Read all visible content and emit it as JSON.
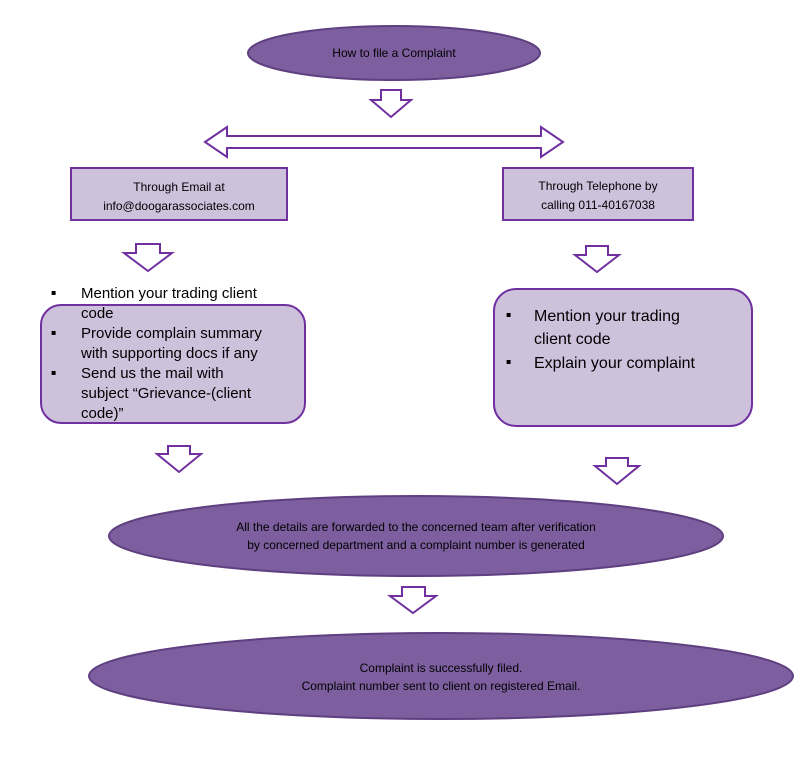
{
  "colors": {
    "ellipse_fill": "#7d5f9f",
    "ellipse_stroke": "#5e3f80",
    "box_fill": "#cec1dc",
    "box_stroke": "#7030a0",
    "arrow_fill": "#ffffff",
    "arrow_stroke": "#7030a0"
  },
  "start": {
    "label": "How to file a Complaint"
  },
  "email_box": {
    "line1": "Through Email at",
    "line2": "info@doogarassociates.com"
  },
  "phone_box": {
    "line1": "Through Telephone by",
    "line2": "calling 011-40167038"
  },
  "email_steps": {
    "bullet": "▪",
    "items": [
      {
        "lines": [
          "Mention your trading client",
          "code"
        ]
      },
      {
        "lines": [
          "Provide complain summary",
          "with supporting docs if any"
        ]
      },
      {
        "lines": [
          "Send us the mail with",
          "subject “Grievance-(client",
          "code)”"
        ]
      }
    ]
  },
  "phone_steps": {
    "bullet": "▪",
    "items": [
      {
        "lines": [
          "Mention your trading",
          "client code"
        ]
      },
      {
        "lines": [
          "Explain your complaint"
        ]
      }
    ]
  },
  "forward": {
    "line1": "All the details are forwarded to the concerned team after verification",
    "line2": "by concerned department and a complaint number is generated"
  },
  "final": {
    "line1": "Complaint is successfully filed.",
    "line2": "Complaint number sent to client on registered Email."
  }
}
